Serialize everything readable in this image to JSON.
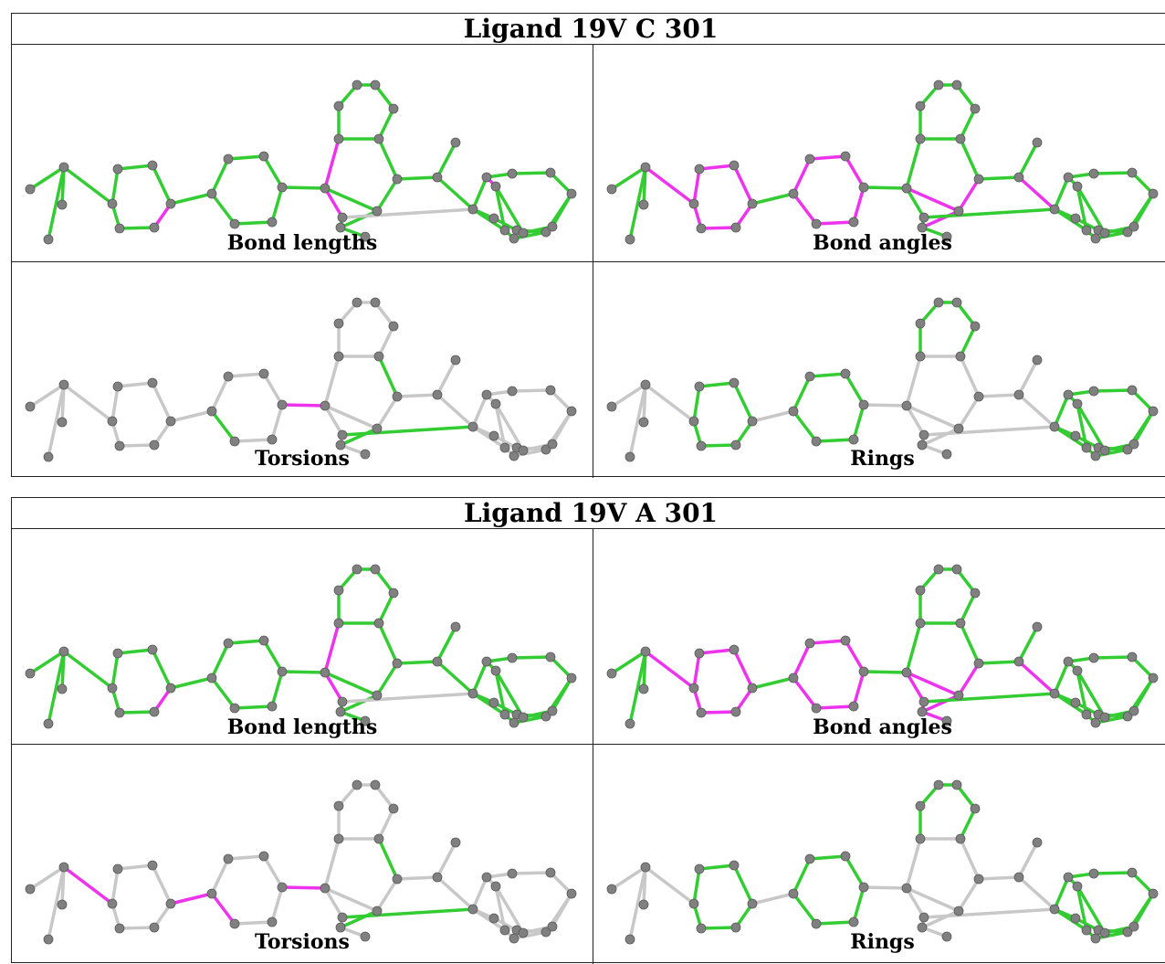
{
  "tables": [
    {
      "title": "Ligand 19V C 301",
      "panels": [
        {
          "caption": "Bond lengths",
          "highlight": "bondlen1"
        },
        {
          "caption": "Bond angles",
          "highlight": "bondang"
        },
        {
          "caption": "Torsions",
          "highlight": "tors1"
        },
        {
          "caption": "Rings",
          "highlight": "rings"
        }
      ]
    },
    {
      "title": "Ligand 19V A 301",
      "panels": [
        {
          "caption": "Bond lengths",
          "highlight": "bondlen2"
        },
        {
          "caption": "Bond angles",
          "highlight": "bondang2"
        },
        {
          "caption": "Torsions",
          "highlight": "tors2"
        },
        {
          "caption": "Rings",
          "highlight": "rings"
        }
      ]
    }
  ],
  "colors": {
    "good": "#33cc33",
    "outlier": "#ee33ee",
    "neutral": "#c8c8c8",
    "atom": "#808080",
    "border": "#222222"
  }
}
